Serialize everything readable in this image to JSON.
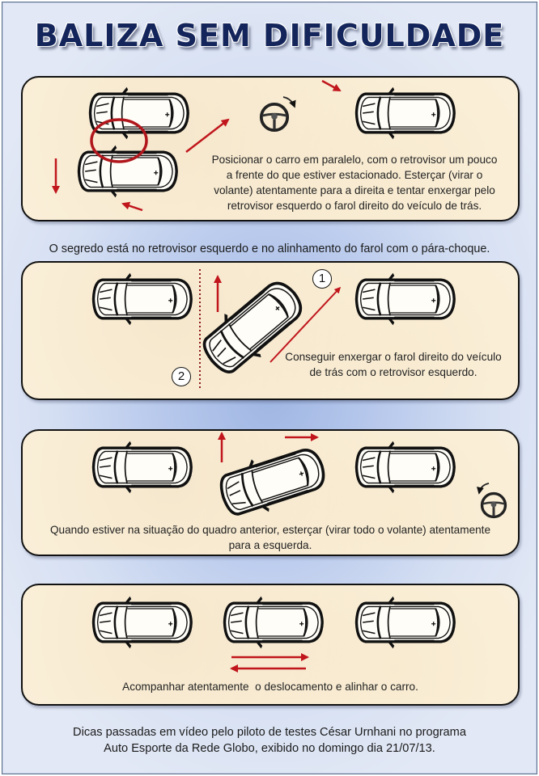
{
  "title": "BALIZA SEM DIFICULDADE",
  "colors": {
    "title": "#13255a",
    "panel_bg": "#fbf1dc",
    "panel_border": "#111111",
    "arrow": "#c0161c",
    "page_bg_center": "#9fb6e3",
    "page_bg_edge": "#e2e8f5"
  },
  "steps": [
    {
      "caption": [
        "Posicionar o carro em paralelo, com o retrovisor um pouco",
        "a frente do que estiver estacionado. Esterçar (virar o",
        "volante) atentamente para a direita e tentar enxergar pelo",
        "retrovisor esquerdo o farol direito do veículo de trás."
      ],
      "icons": [
        "car-top-view",
        "car-top-view",
        "car-top-view",
        "steering-wheel-icon",
        "mirror-highlight-circle",
        "arrow-down",
        "arrow-left",
        "arrow-diagonal-up-right",
        "rotate-clockwise-arrow"
      ]
    },
    {
      "caption": [
        "Conseguir enxergar o farol direito do veículo",
        "de trás com o retrovisor esquerdo."
      ],
      "markers": [
        "1",
        "2"
      ],
      "icons": [
        "car-top-view",
        "car-top-view-angled",
        "car-top-view",
        "arrow-up",
        "arrow-diagonal-up-right",
        "dotted-alignment-line"
      ]
    },
    {
      "caption": [
        "Quando estiver na situação do quadro anterior, esterçar (virar todo o volante) atentamente",
        "para a esquerda."
      ],
      "icons": [
        "car-top-view",
        "car-top-view-angled",
        "car-top-view",
        "arrow-up",
        "arrow-right",
        "steering-wheel-icon",
        "rotate-counterclockwise-arrow"
      ]
    },
    {
      "caption": [
        "Acompanhar atentamente  o deslocamento e alinhar o carro."
      ],
      "icons": [
        "car-top-view",
        "car-top-view",
        "car-top-view",
        "arrow-right",
        "arrow-left"
      ]
    }
  ],
  "tip_between": "O segredo está no retrovisor esquerdo e no alinhamento do farol com o pára-choque.",
  "footer": {
    "line1": "Dicas passadas em vídeo pelo piloto de testes César Urnhani no programa",
    "line2": "Auto Esporte da Rede Globo, exibido no domingo dia 21/07/13."
  }
}
